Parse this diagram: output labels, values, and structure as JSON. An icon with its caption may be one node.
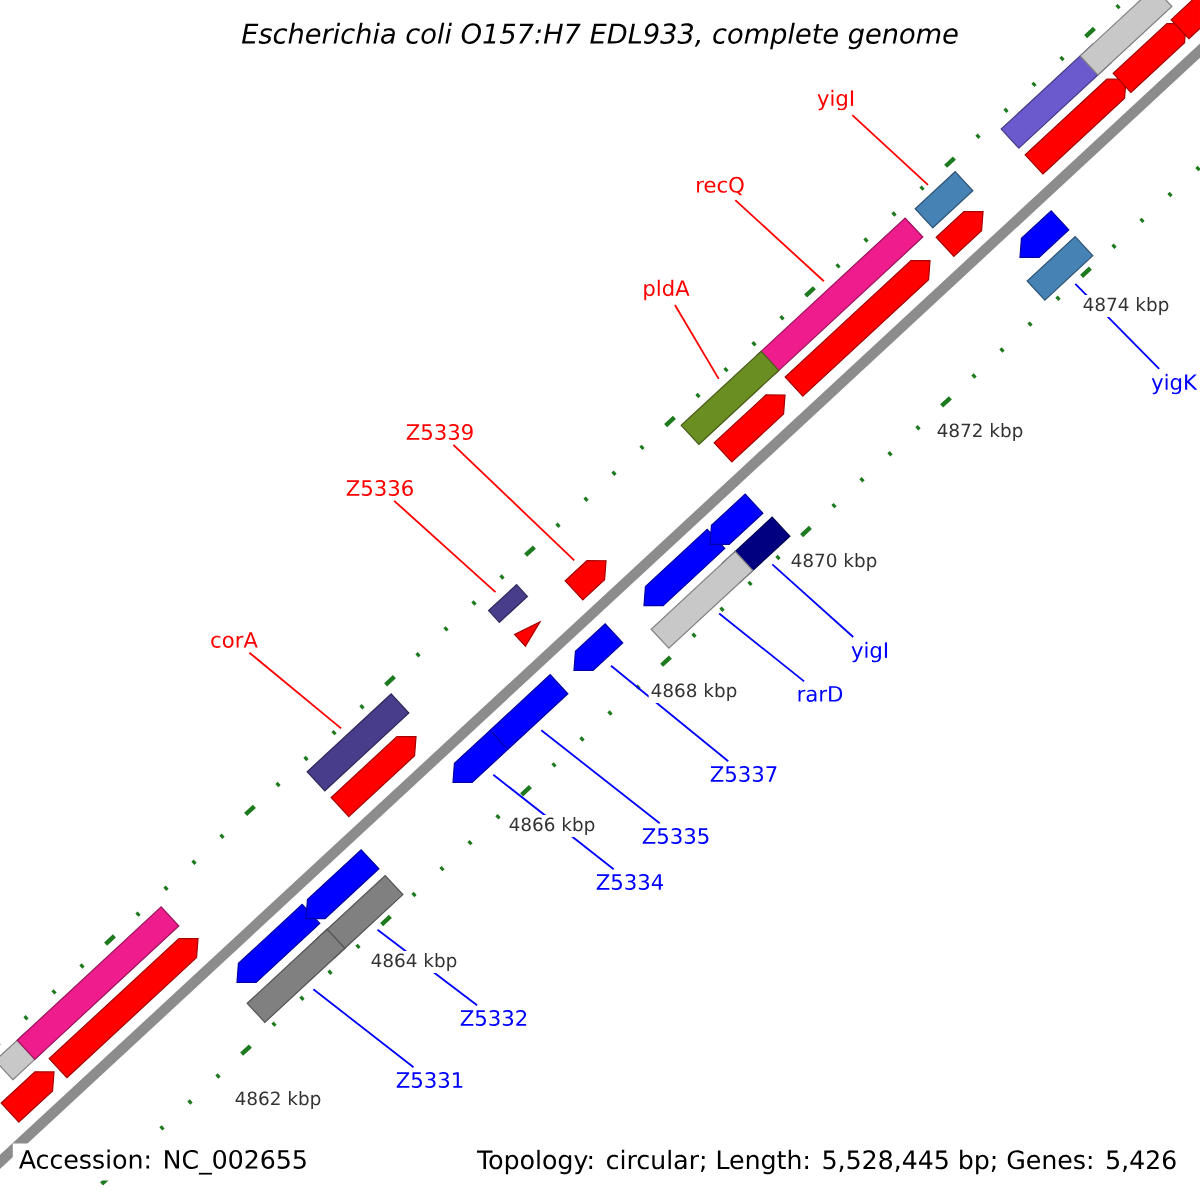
{
  "diagram": {
    "title": "Escherichia coli O157:H7 EDL933, complete genome",
    "nodes": [
      {
        "text": [
          "yigI"
        ]
      },
      {
        "text": [],
        "shape": "box"
      },
      {
        "text": [
          "recQ"
        ]
      },
      {
        "text": [],
        "shape": "box"
      },
      {
        "text": [
          "yigK"
        ]
      },
      {
        "text": [],
        "shape": "box"
      },
      {
        "text": [
          "pldA"
        ]
      },
      {
        "text": [],
        "shape": "box"
      },
      {
        "text": [
          "Z5339"
        ]
      },
      {
        "text": [],
        "shape": "pentagon"
      },
      {
        "text": [
          "Z5336"
        ]
      },
      {
        "text": [],
        "shape": "box"
      },
      {
        "text": [
          "yigI"
        ]
      },
      {
        "text": [],
        "shape": "box"
      },
      {
        "text": [
          "rarD"
        ]
      },
      {
        "text": [],
        "shape": "box"
      },
      {
        "text": [
          "corA"
        ]
      },
      {
        "text": [],
        "shape": "box"
      },
      {
        "text": [
          "Z5337"
        ]
      },
      {
        "text": [],
        "shape": "pentagon"
      },
      {
        "text": [
          "Z5335"
        ]
      },
      {
        "text": [],
        "shape": "pentagon"
      },
      {
        "text": [
          "Z5334"
        ]
      },
      {
        "text": [],
        "shape": "pentagon"
      },
      {
        "text": [
          "Z5332"
        ]
      },
      {
        "text": [],
        "shape": "box"
      },
      {
        "text": [
          "Z5331"
        ]
      },
      {
        "text": [],
        "shape": "box"
      },
      {
        "text": [],
        "shape": "box"
      },
      {
        "text": [],
        "shape": "pentagon"
      },
      {
        "text": [],
        "shape": "box"
      },
      {
        "text": [],
        "shape": "pentagon"
      },
      {
        "text": [],
        "shape": "pentagon"
      },
      {
        "text": [],
        "shape": "pentagon"
      },
      {
        "text": [],
        "shape": "pentagon"
      },
      {
        "text": [],
        "shape": "triangle"
      },
      {
        "text": [],
        "shape": "pentagon"
      },
      {
        "text": [],
        "shape": "pentagon"
      },
      {
        "text": [],
        "shape": "pentagon"
      },
      {
        "text": [],
        "shape": "pentagon"
      },
      {
        "text": [],
        "shape": "pentagon"
      },
      {
        "text": [],
        "shape": "pentagon"
      },
      {
        "text": [],
        "shape": "box"
      },
      {
        "text": [],
        "shape": "pentagon"
      },
      {
        "text": [],
        "shape": "box"
      },
      {
        "text": [],
        "shape": "pentagon"
      },
      {
        "text": [],
        "shape": "pentagon"
      }
    ],
    "edges": [
      {
        "from": 0,
        "to": 1,
        "arrow": "none",
        "color": "#ff0000"
      },
      {
        "from": 2,
        "to": 3,
        "arrow": "none",
        "color": "#ff0000"
      },
      {
        "from": 4,
        "to": 5,
        "arrow": "none",
        "color": "#0000ff"
      },
      {
        "from": 6,
        "to": 7,
        "arrow": "none",
        "color": "#ff0000"
      },
      {
        "from": 8,
        "to": 9,
        "arrow": "none",
        "color": "#ff0000"
      },
      {
        "from": 10,
        "to": 11,
        "arrow": "none",
        "color": "#ff0000"
      },
      {
        "from": 12,
        "to": 13,
        "arrow": "none",
        "color": "#0000ff"
      },
      {
        "from": 14,
        "to": 15,
        "arrow": "none",
        "color": "#0000ff"
      },
      {
        "from": 16,
        "to": 17,
        "arrow": "none",
        "color": "#ff0000"
      },
      {
        "from": 18,
        "to": 19,
        "arrow": "none",
        "color": "#0000ff"
      },
      {
        "from": 20,
        "to": 21,
        "arrow": "none",
        "color": "#0000ff"
      },
      {
        "from": 22,
        "to": 23,
        "arrow": "none",
        "color": "#0000ff"
      },
      {
        "from": 24,
        "to": 25,
        "arrow": "none",
        "color": "#0000ff"
      },
      {
        "from": 26,
        "to": 27,
        "arrow": "none",
        "color": "#0000ff"
      }
    ],
    "labels": [
      "4874 kbp",
      "4872 kbp",
      "4870 kbp",
      "4868 kbp",
      "4866 kbp",
      "4864 kbp",
      "4862 kbp",
      "Accession: NC_002655",
      "Topology: circular; Length: 5,528,445 bp; Genes: 5,426"
    ]
  }
}
